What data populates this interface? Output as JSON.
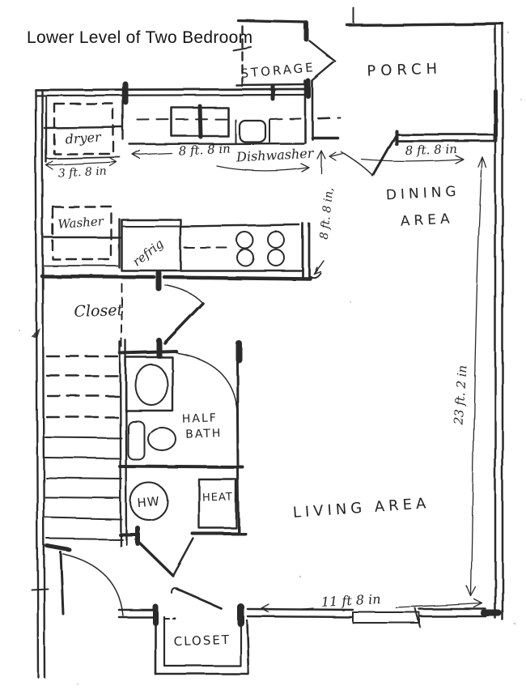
{
  "document": {
    "title": "Lower Level of Two Bedroom",
    "type": "hand-drawn floor plan scan"
  },
  "rooms": {
    "storage": "STORAGE",
    "porch": "PORCH",
    "dining_line1": "DINING",
    "dining_line2": "AREA",
    "closet_upper": "Closet",
    "half_bath_line1": "HALF",
    "half_bath_line2": "BATH",
    "living": "LIVING AREA",
    "closet_lower": "CLOSET"
  },
  "fixtures": {
    "dryer": "dryer",
    "washer": "Washer",
    "refrigerator": "refrig",
    "dishwasher": "Dishwasher",
    "hot_water_heater": "HW",
    "heater": "HEAT"
  },
  "dimensions": {
    "dryer_width": "3 ft. 8 in",
    "kitchen_counter": "8 ft. 8 in",
    "kitchen_depth": "8 ft. 8 in,",
    "dining_entry": "8 ft. 8 in",
    "living_width": "11 ft 8 in",
    "right_side_height": "23 ft. 2 in"
  },
  "colors": {
    "ink": "#2b2b2b",
    "paper": "#ffffff"
  }
}
